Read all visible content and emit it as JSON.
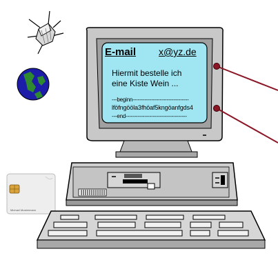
{
  "email": {
    "title": "E-mail",
    "address": "x@yz.de",
    "body_line1": "Hiermit bestelle ich",
    "body_line2": "eine Kiste Wein ...",
    "signature_begin": "---beginn---------------------------------",
    "signature_code": "lföfngööla3fhöaf5kngöanfgds4",
    "signature_end": "---end------------------------------------"
  },
  "card": {
    "caption": "Michael Mustermann"
  },
  "colors": {
    "screen_bg": "#9fe6f2",
    "connector_line": "#8a1626",
    "earth_blue": "#1c1ca8",
    "earth_green": "#2f8a2f"
  },
  "icons": [
    "satellite-icon",
    "earth-globe-icon",
    "smart-card-icon",
    "computer-icon"
  ]
}
